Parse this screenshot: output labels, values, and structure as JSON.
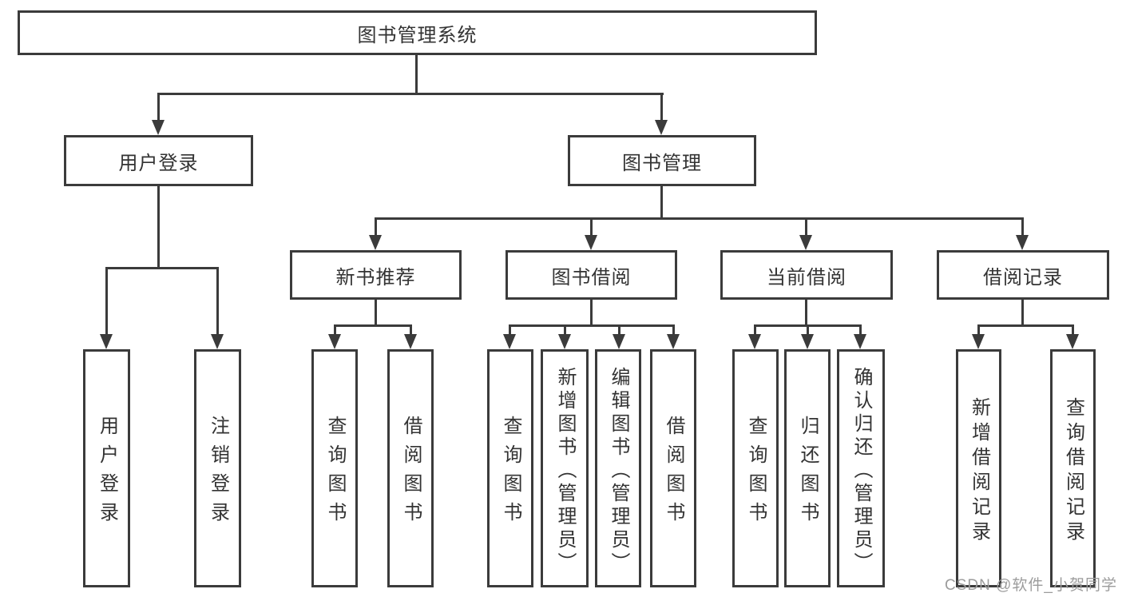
{
  "tree": {
    "root": {
      "label": "图书管理系统"
    },
    "children": [
      {
        "label": "用户登录",
        "children": [
          {
            "label": "用户登录"
          },
          {
            "label": "注销登录"
          }
        ]
      },
      {
        "label": "图书管理",
        "children": [
          {
            "label": "新书推荐",
            "children": [
              {
                "label": "查询图书"
              },
              {
                "label": "借阅图书"
              }
            ]
          },
          {
            "label": "图书借阅",
            "children": [
              {
                "label": "查询图书"
              },
              {
                "label": "新增图书（管理员）"
              },
              {
                "label": "编辑图书（管理员）"
              },
              {
                "label": "借阅图书"
              }
            ]
          },
          {
            "label": "当前借阅",
            "children": [
              {
                "label": "查询图书"
              },
              {
                "label": "归还图书"
              },
              {
                "label": "确认归还（管理员）"
              }
            ]
          },
          {
            "label": "借阅记录",
            "children": [
              {
                "label": "新增借阅记录"
              },
              {
                "label": "查询借阅记录"
              }
            ]
          }
        ]
      }
    ]
  },
  "watermark": "CSDN @软件_小贺同学",
  "colors": {
    "line": "#3b3b3b",
    "text": "#333333",
    "watermark": "#9c9c9c",
    "background": "#ffffff"
  }
}
